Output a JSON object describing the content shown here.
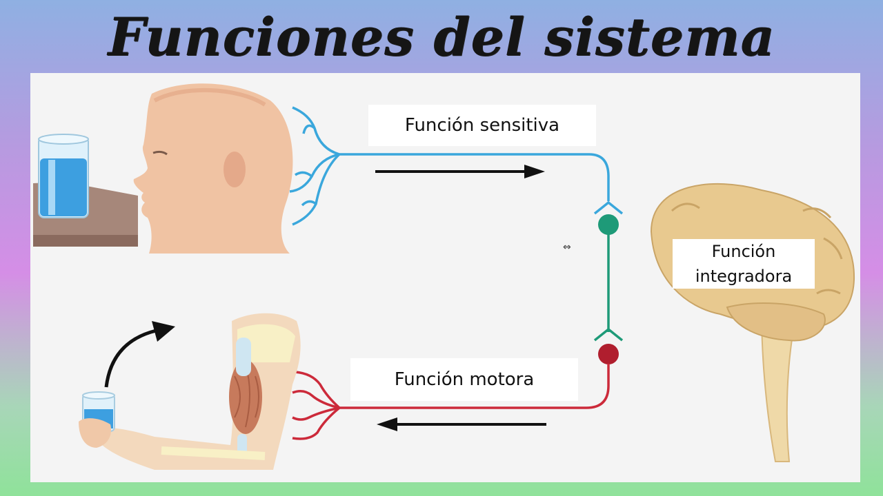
{
  "title": "Funciones del sistema nervioso:",
  "labels": {
    "sensitiva": "Función sensitiva",
    "motora": "Función motora",
    "integradora_line1": "Función",
    "integradora_line2": "integradora"
  },
  "colors": {
    "sensory_nerve": "#3aa7dc",
    "integrating_nerve": "#1e9a78",
    "motor_nerve": "#cc2a3a",
    "arrow": "#111111",
    "skin": "#f0c3a3",
    "brain": "#e8c98f"
  }
}
